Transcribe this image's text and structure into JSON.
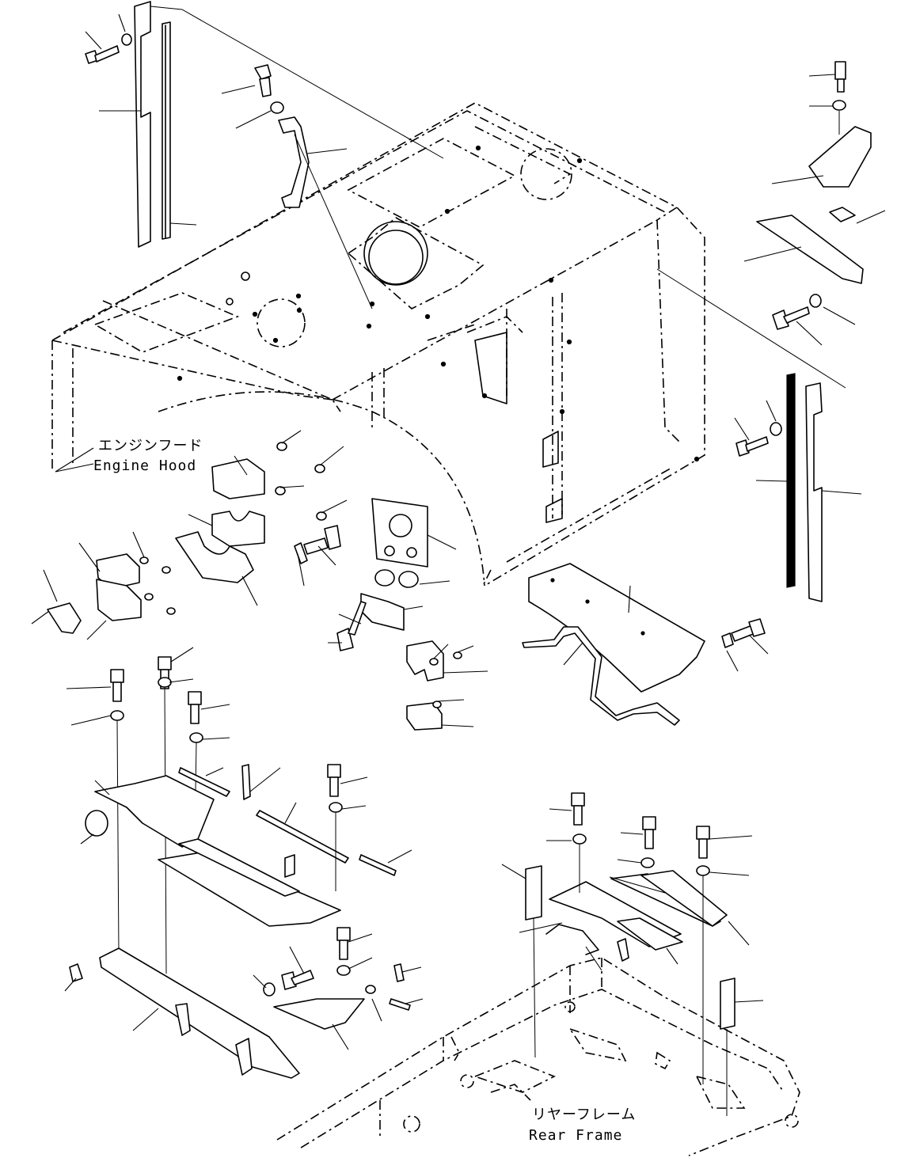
{
  "labels": {
    "engine_hood_jp": "エンジンフード",
    "engine_hood_en": "Engine Hood",
    "rear_frame_jp": "リヤーフレーム",
    "rear_frame_en": "Rear Frame"
  },
  "colors": {
    "line": "#000000",
    "background": "#ffffff"
  },
  "icons": [
    "bolt-icon",
    "washer-icon"
  ]
}
